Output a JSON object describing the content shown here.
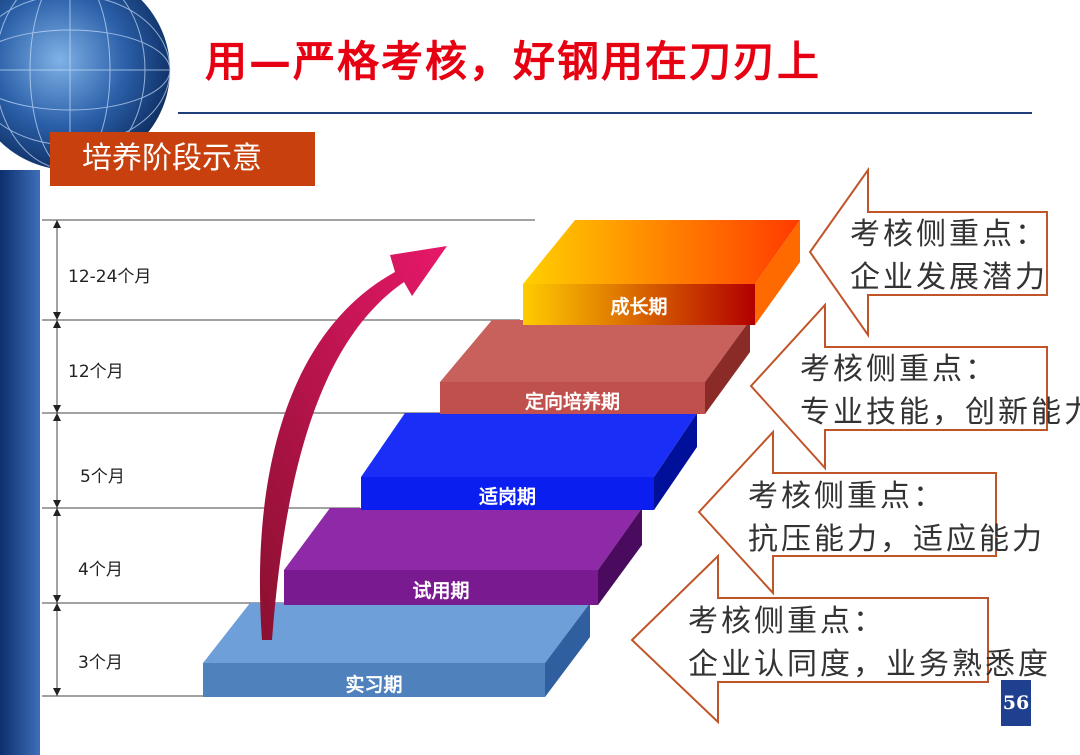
{
  "title": "用—严格考核，好钢用在刀刃上",
  "section_label": "培养阶段示意",
  "periods": [
    "12-24个月",
    "12个月",
    "5个月",
    "4个月",
    "3个月"
  ],
  "stages": [
    "成长期",
    "定向培养期",
    "适岗期",
    "试用期",
    "实习期"
  ],
  "callouts": [
    {
      "heading": "考核侧重点：",
      "body": "企业发展潜力"
    },
    {
      "heading": "考核侧重点：",
      "body": "专业技能，创新能力"
    },
    {
      "heading": "考核侧重点：",
      "body": "抗压能力，适应能力"
    },
    {
      "heading": "考核侧重点：",
      "body": "企业认同度，业务熟悉度"
    }
  ],
  "page_number": "56",
  "colors": {
    "title": "#e60012",
    "section_label_bg": "#c8400d",
    "callout_border": "#c0552a",
    "arrow": "#d4145a",
    "step_growth": "#f7a800",
    "step_directed": "#c0504d",
    "step_fit": "#0a1ef0",
    "step_trial": "#7a1a90",
    "step_intern": "#4f81bd",
    "page_number_bg": "#1f3f8f"
  }
}
